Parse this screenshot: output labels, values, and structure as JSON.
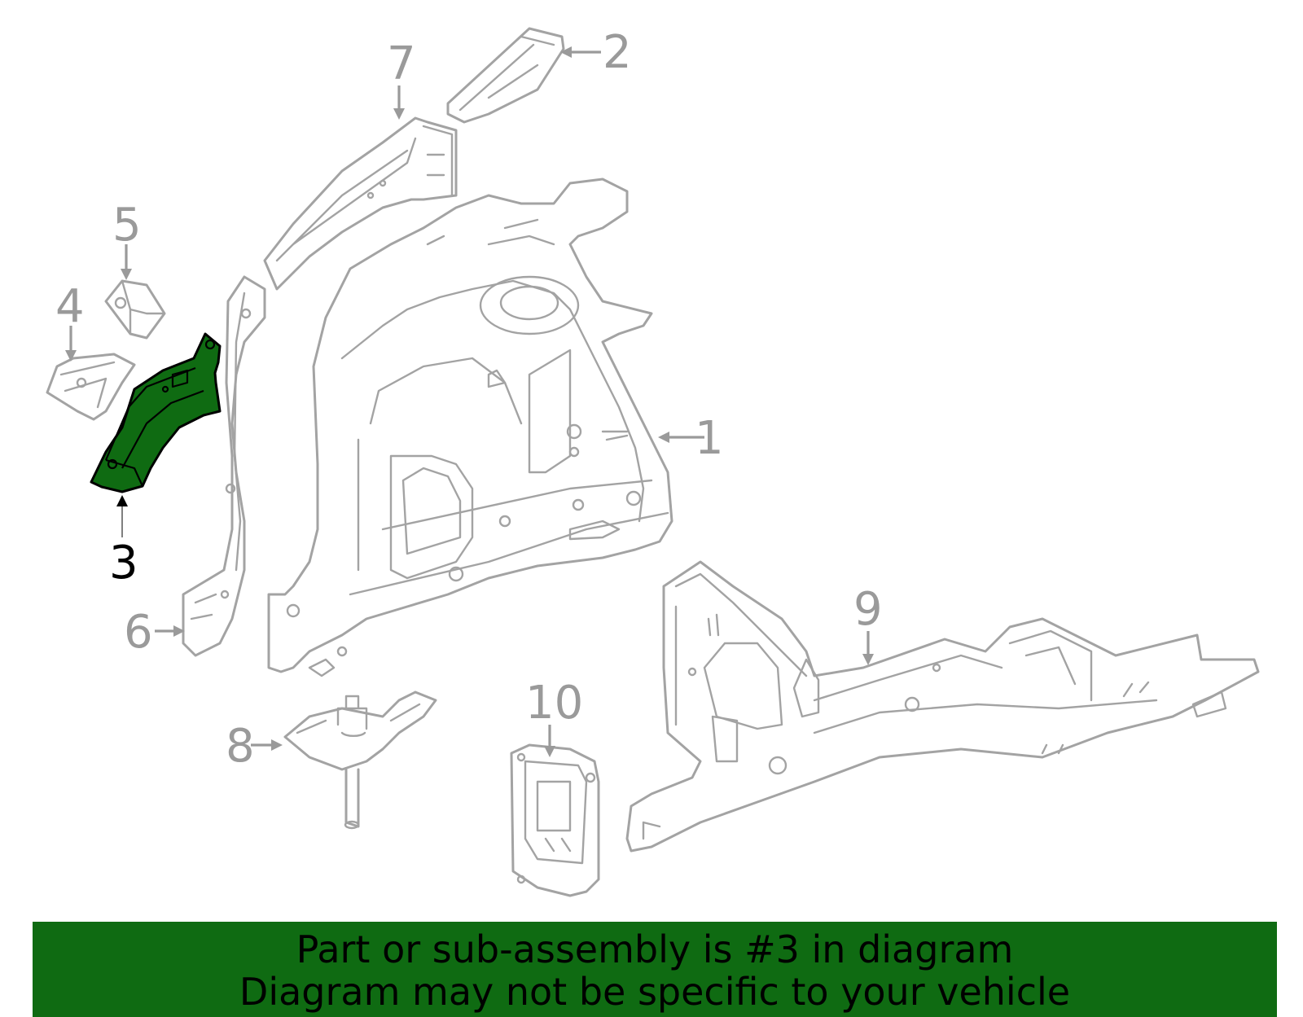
{
  "callouts": [
    {
      "id": "1",
      "label": "1",
      "selected": false
    },
    {
      "id": "2",
      "label": "2",
      "selected": false
    },
    {
      "id": "3",
      "label": "3",
      "selected": true
    },
    {
      "id": "4",
      "label": "4",
      "selected": false
    },
    {
      "id": "5",
      "label": "5",
      "selected": false
    },
    {
      "id": "6",
      "label": "6",
      "selected": false
    },
    {
      "id": "7",
      "label": "7",
      "selected": false
    },
    {
      "id": "8",
      "label": "8",
      "selected": false
    },
    {
      "id": "9",
      "label": "9",
      "selected": false
    },
    {
      "id": "10",
      "label": "10",
      "selected": false
    }
  ],
  "banner": {
    "line1": "Part or sub-assembly is #3 in diagram",
    "line2": "Diagram may not be specific to your vehicle"
  },
  "colors": {
    "highlight": "#0f6b12",
    "banner_background": "#0f6b12",
    "part_outline": "#a3a3a3",
    "callout_text": "#9a9a9a",
    "selected_text": "#000000"
  }
}
